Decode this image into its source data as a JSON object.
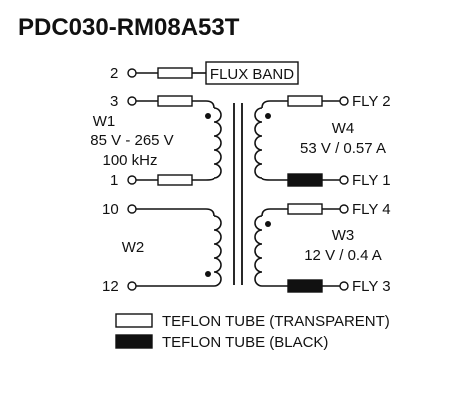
{
  "title": "PDC030-RM08A53T",
  "flux_band_label": "FLUX BAND",
  "pins": {
    "p2": "2",
    "p3": "3",
    "p1": "1",
    "p10": "10",
    "p12": "12",
    "fly2": "FLY 2",
    "fly1": "FLY 1",
    "fly4": "FLY 4",
    "fly3": "FLY 3"
  },
  "windings": {
    "w1": {
      "name": "W1",
      "voltage": "85 V - 265 V",
      "freq": "100 kHz"
    },
    "w2": {
      "name": "W2"
    },
    "w3": {
      "name": "W3",
      "rating": "12 V / 0.4 A"
    },
    "w4": {
      "name": "W4",
      "rating": "53 V / 0.57 A"
    }
  },
  "legend": {
    "transparent": "TEFLON TUBE (TRANSPARENT)",
    "black": "TEFLON TUBE (BLACK)"
  }
}
